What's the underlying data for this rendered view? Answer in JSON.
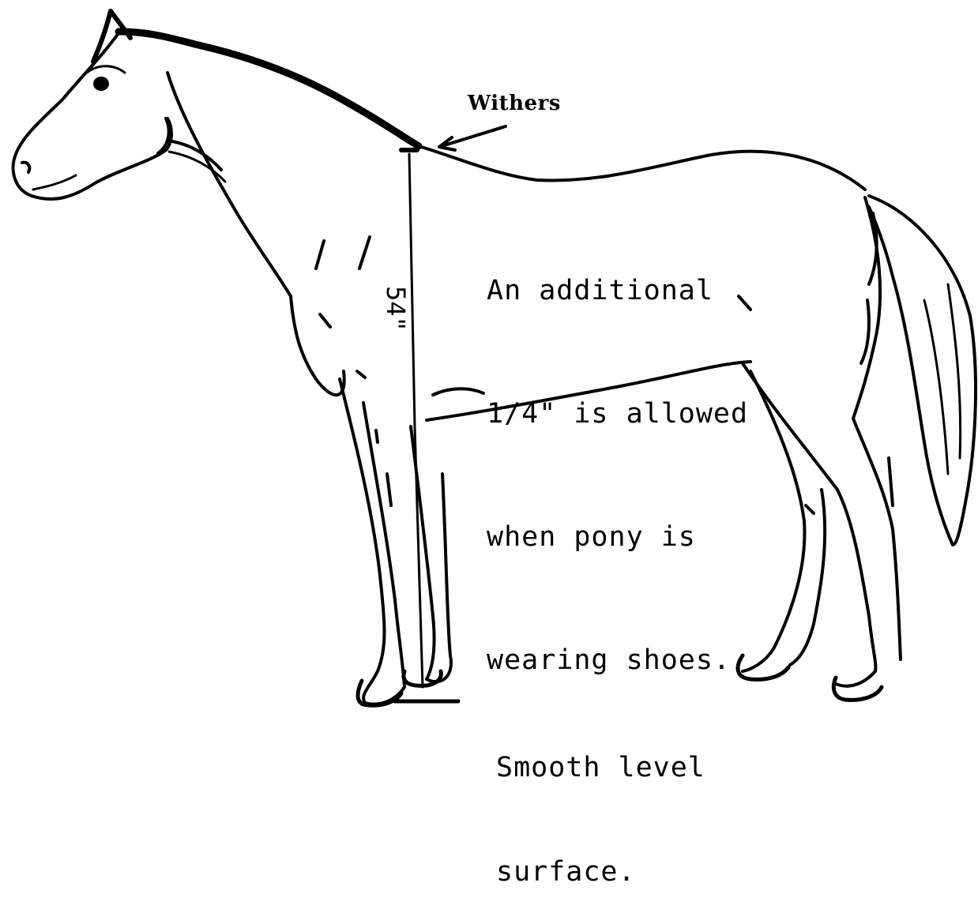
{
  "labels": {
    "withers": "Withers",
    "height": "54\"",
    "note_lines": [
      "An additional",
      "1/4\" is allowed",
      "when pony is",
      "wearing shoes."
    ],
    "surface_lines": [
      "Smooth level",
      "surface."
    ]
  },
  "colors": {
    "ink": "#000000",
    "background": "#ffffff"
  }
}
